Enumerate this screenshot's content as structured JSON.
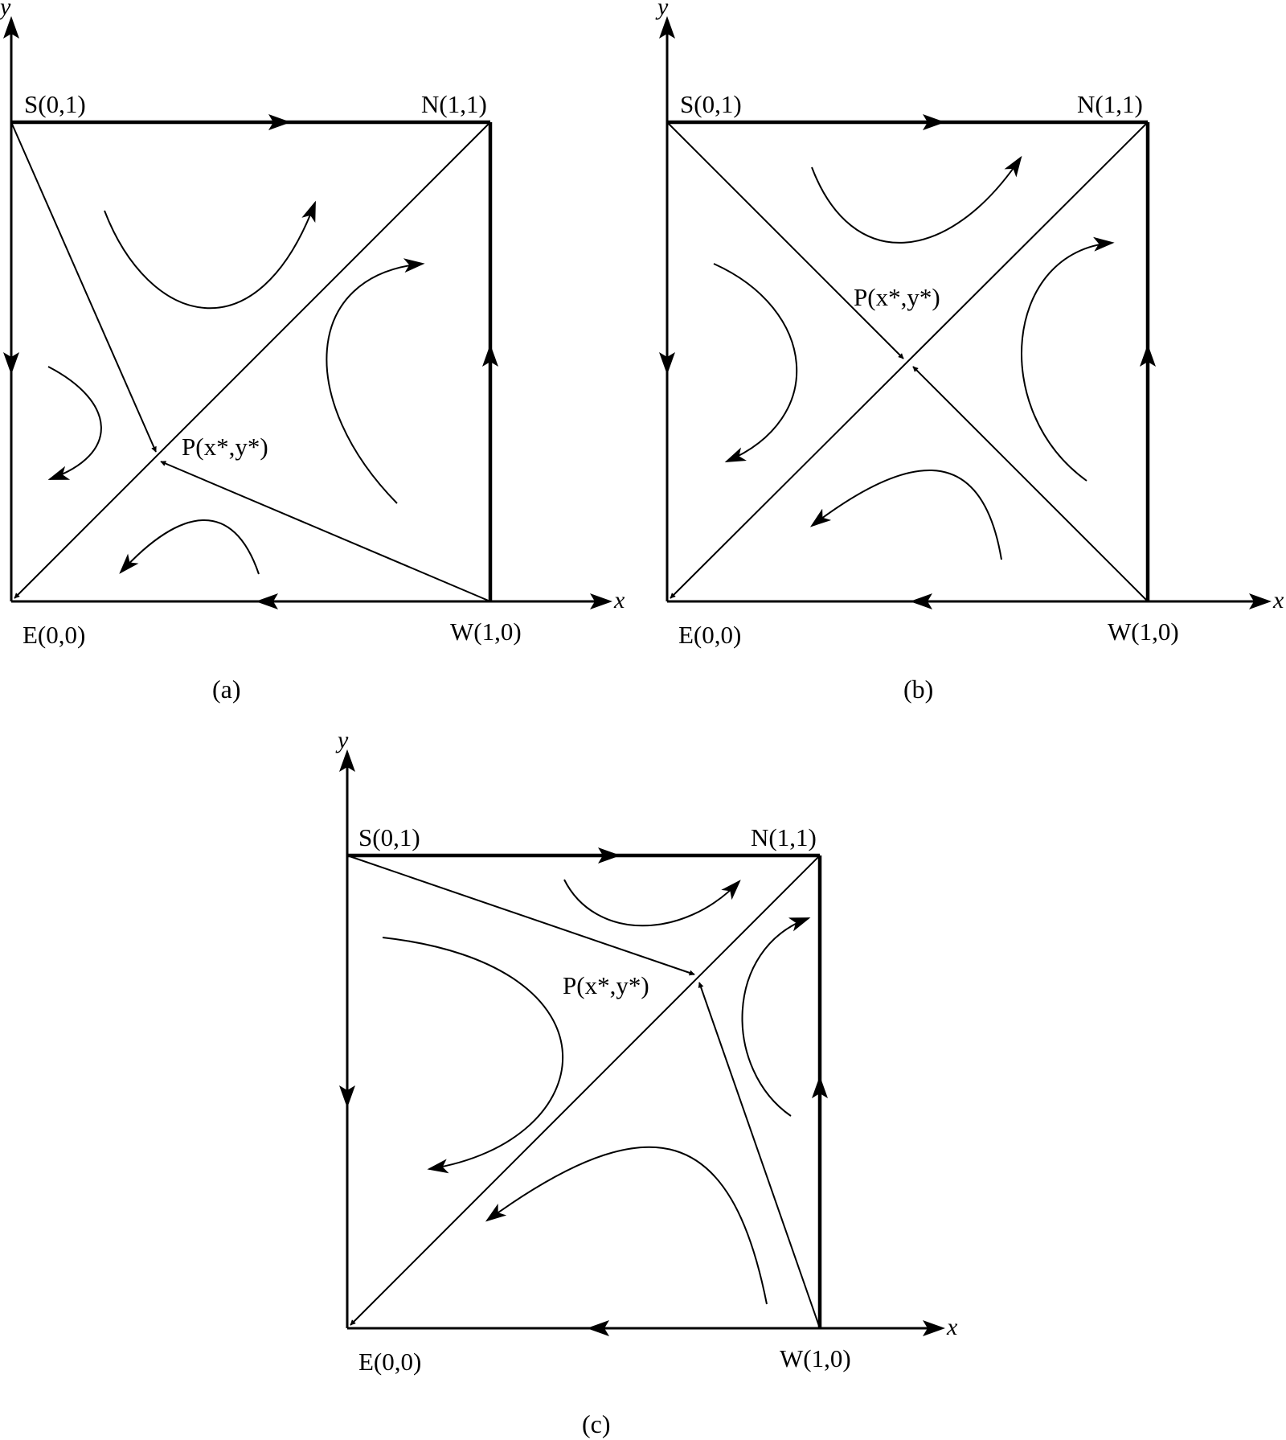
{
  "panels": [
    {
      "caption": "(a)",
      "axis_x": "x",
      "axis_y": "y",
      "points": {
        "S": {
          "label": "S(0,1)"
        },
        "N": {
          "label": "N(1,1)"
        },
        "E": {
          "label": "E(0,0)"
        },
        "W": {
          "label": "W(1,0)"
        },
        "P": {
          "label": "P(x*,y*)"
        }
      }
    },
    {
      "caption": "(b)",
      "axis_x": "x",
      "axis_y": "y",
      "points": {
        "S": {
          "label": "S(0,1)"
        },
        "N": {
          "label": "N(1,1)"
        },
        "E": {
          "label": "E(0,0)"
        },
        "W": {
          "label": "W(1,0)"
        },
        "P": {
          "label": "P(x*,y*)"
        }
      }
    },
    {
      "caption": "(c)",
      "axis_x": "x",
      "axis_y": "y",
      "points": {
        "S": {
          "label": "S(0,1)"
        },
        "N": {
          "label": "N(1,1)"
        },
        "E": {
          "label": "E(0,0)"
        },
        "W": {
          "label": "W(1,0)"
        },
        "P": {
          "label": "P(x*,y*)"
        }
      }
    }
  ]
}
